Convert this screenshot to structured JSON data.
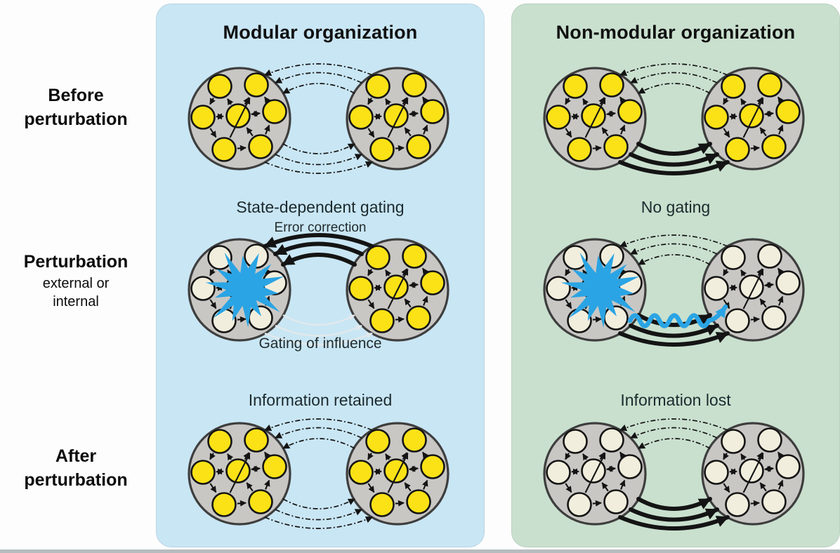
{
  "figure": {
    "description": "Modular vs non-modular network organization before, during and after perturbation"
  },
  "side_labels": {
    "before": {
      "line1": "Before",
      "line2": "perturbation"
    },
    "perturbation": {
      "line1": "Perturbation",
      "line2": "external or",
      "line3": "internal"
    },
    "after": {
      "line1": "After",
      "line2": "perturbation"
    }
  },
  "panels": {
    "modular": {
      "title": "Modular organization",
      "gating_heading": "State-dependent gating",
      "error_correction_label": "Error correction",
      "gating_of_influence_label": "Gating of influence",
      "after_heading": "Information retained"
    },
    "nonmodular": {
      "title": "Non-modular organization",
      "gating_heading": "No gating",
      "after_heading": "Information lost"
    }
  },
  "icons": {
    "perturbation_burst": "blue-starburst-icon",
    "noise_wave": "blue-wavy-arrow-icon",
    "strong_connection": "thick-black-curved-arrow",
    "weak_connection": "thin-dashed-curved-arrow",
    "gated_connection": "faint-light-curved-arrow",
    "module": "gray-circle-with-nodes"
  },
  "colors": {
    "panel_modular_bg": "#c9e6f4",
    "panel_nonmodular_bg": "#c9e0ce",
    "module_fill": "#c9c7c4",
    "module_stroke": "#3e3e3e",
    "node_active_fill": "#fbe216",
    "node_inactive_fill": "#f2eedd",
    "node_stroke": "#141414",
    "connection_black": "#141414",
    "connection_faint": "#e2e9ec",
    "perturbation_blue": "#2aa4e4",
    "bottom_bar": "#b7bcbf",
    "page_bg": "#fdfdfe"
  },
  "diagram": {
    "modular_rows": [
      {
        "left_nodes": "active",
        "right_nodes": "active",
        "top_arrows": "thin_left",
        "bottom_arrows": "thin_right",
        "burst_left": false,
        "wavy": false
      },
      {
        "left_nodes": "inactive",
        "right_nodes": "active",
        "top_arrows": "thick_left",
        "bottom_arrows": "faint_right",
        "burst_left": true,
        "wavy": false
      },
      {
        "left_nodes": "active",
        "right_nodes": "active",
        "top_arrows": "thin_left",
        "bottom_arrows": "thin_right",
        "burst_left": false,
        "wavy": false
      }
    ],
    "nonmodular_rows": [
      {
        "left_nodes": "active",
        "right_nodes": "active",
        "top_arrows": "thin_left",
        "bottom_arrows": "thick_right",
        "burst_left": false,
        "wavy": false
      },
      {
        "left_nodes": "inactive",
        "right_nodes": "inactive",
        "top_arrows": "thin_left",
        "bottom_arrows": "thick_right",
        "burst_left": true,
        "wavy": true
      },
      {
        "left_nodes": "inactive",
        "right_nodes": "inactive",
        "top_arrows": "thin_left",
        "bottom_arrows": "thick_right",
        "burst_left": false,
        "wavy": false
      }
    ]
  }
}
